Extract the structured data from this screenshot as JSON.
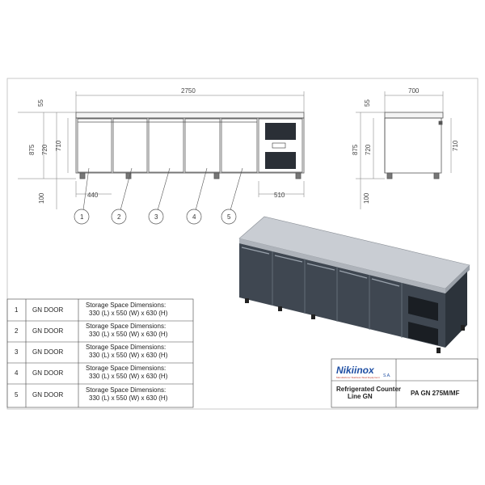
{
  "front_view": {
    "overall_width": "2750",
    "top_thickness": "55",
    "height_a": "720",
    "height_b": "710",
    "total_height": "875",
    "leg_height": "100",
    "door_width": "440",
    "motor_width": "510"
  },
  "side_view": {
    "depth": "700",
    "top_thickness": "55",
    "height_a": "720",
    "height_b": "710",
    "total_height": "875",
    "leg_height": "100"
  },
  "balloons": [
    "1",
    "2",
    "3",
    "4",
    "5"
  ],
  "parts_table": [
    {
      "no": "1",
      "part": "GN DOOR",
      "desc1": "Storage Space Dimensions:",
      "desc2": "330 (L) x 550 (W) x 630 (H)"
    },
    {
      "no": "2",
      "part": "GN DOOR",
      "desc1": "Storage Space Dimensions:",
      "desc2": "330 (L) x 550 (W) x 630 (H)"
    },
    {
      "no": "3",
      "part": "GN DOOR",
      "desc1": "Storage Space Dimensions:",
      "desc2": "330 (L) x 550 (W) x 630 (H)"
    },
    {
      "no": "4",
      "part": "GN DOOR",
      "desc1": "Storage Space Dimensions:",
      "desc2": "330 (L) x 550 (W) x 630 (H)"
    },
    {
      "no": "5",
      "part": "GN DOOR",
      "desc1": "Storage Space Dimensions:",
      "desc2": "330 (L) x 550 (W) x 630 (H)"
    }
  ],
  "title_block": {
    "brand": "Nikiinox",
    "brand_suffix": "S.A.",
    "brand_tagline": "Manufacturer Stainless Steel Equipment",
    "product_name_1": "Refrigerated Counter",
    "product_name_2": "Line GN",
    "model_code": "PA GN 275M/MF"
  },
  "colors": {
    "line": "#555555",
    "counter_top": "#c9cdd3",
    "counter_body": "#3f4751",
    "brand_blue": "#1f4fa3"
  }
}
